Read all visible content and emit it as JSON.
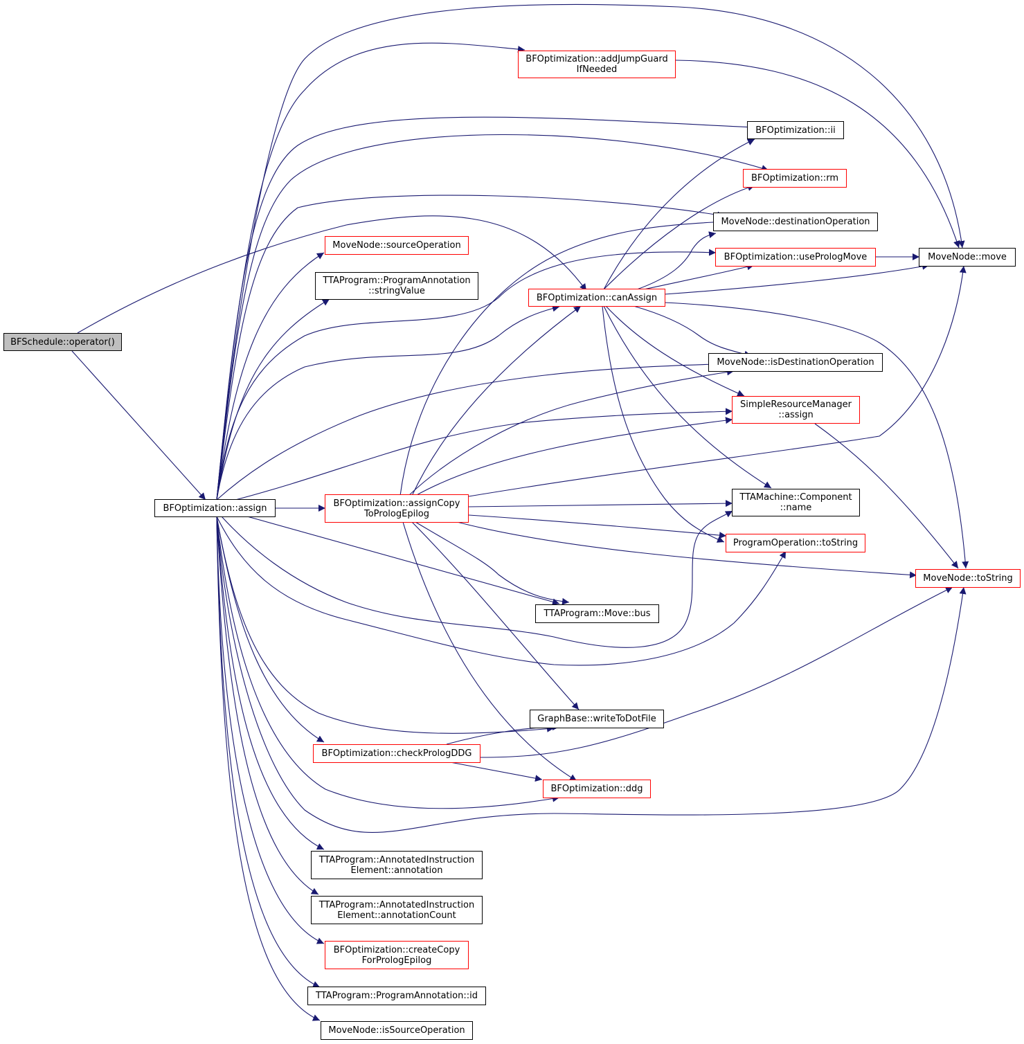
{
  "colors": {
    "edge": "#191970",
    "node_border": "#000000",
    "linked_border": "#ff0000",
    "root_fill": "#bfbfbf"
  },
  "nodes": {
    "bfschedule_operator": {
      "lines": [
        "BFSchedule::operator()"
      ]
    },
    "bfopt_assign": {
      "lines": [
        "BFOptimization::assign"
      ]
    },
    "bfopt_addjumpguard": {
      "lines": [
        "BFOptimization::addJumpGuard",
        "IfNeeded"
      ]
    },
    "bfopt_ii": {
      "lines": [
        "BFOptimization::ii"
      ]
    },
    "bfopt_rm": {
      "lines": [
        "BFOptimization::rm"
      ]
    },
    "movenode_destinationoperation": {
      "lines": [
        "MoveNode::destinationOperation"
      ]
    },
    "movenode_sourceoperation": {
      "lines": [
        "MoveNode::sourceOperation"
      ]
    },
    "programannotation_stringvalue": {
      "lines": [
        "TTAProgram::ProgramAnnotation",
        "::stringValue"
      ]
    },
    "bfopt_useprologmove": {
      "lines": [
        "BFOptimization::usePrologMove"
      ]
    },
    "movenode_move": {
      "lines": [
        "MoveNode::move"
      ]
    },
    "bfopt_canassign": {
      "lines": [
        "BFOptimization::canAssign"
      ]
    },
    "movenode_isdestinationoperation": {
      "lines": [
        "MoveNode::isDestinationOperation"
      ]
    },
    "simpleresourcemanager_assign": {
      "lines": [
        "SimpleResourceManager",
        "::assign"
      ]
    },
    "bfopt_assigncopy": {
      "lines": [
        "BFOptimization::assignCopy",
        "ToPrologEpilog"
      ]
    },
    "component_name": {
      "lines": [
        "TTAMachine::Component",
        "::name"
      ]
    },
    "programoperation_tostring": {
      "lines": [
        "ProgramOperation::toString"
      ]
    },
    "movenode_tostring": {
      "lines": [
        "MoveNode::toString"
      ]
    },
    "move_bus": {
      "lines": [
        "TTAProgram::Move::bus"
      ]
    },
    "graphbase_writetodotfile": {
      "lines": [
        "GraphBase::writeToDotFile"
      ]
    },
    "bfopt_checkprologddg": {
      "lines": [
        "BFOptimization::checkPrologDDG"
      ]
    },
    "bfopt_ddg": {
      "lines": [
        "BFOptimization::ddg"
      ]
    },
    "annotated_annotation": {
      "lines": [
        "TTAProgram::AnnotatedInstruction",
        "Element::annotation"
      ]
    },
    "annotated_annotationcount": {
      "lines": [
        "TTAProgram::AnnotatedInstruction",
        "Element::annotationCount"
      ]
    },
    "bfopt_createcopy": {
      "lines": [
        "BFOptimization::createCopy",
        "ForPrologEpilog"
      ]
    },
    "programannotation_id": {
      "lines": [
        "TTAProgram::ProgramAnnotation::id"
      ]
    },
    "movenode_issourceoperation": {
      "lines": [
        "MoveNode::isSourceOperation"
      ]
    }
  }
}
